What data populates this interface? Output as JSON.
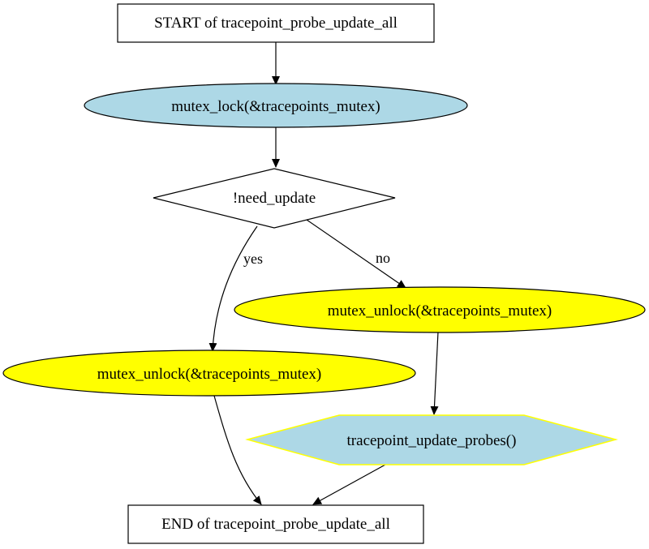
{
  "diagram": {
    "nodes": {
      "start": {
        "label": "START of tracepoint_probe_update_all",
        "shape": "box"
      },
      "lock": {
        "label": "mutex_lock(&tracepoints_mutex)",
        "shape": "ellipse",
        "fill": "#add8e6"
      },
      "decision": {
        "label": "!need_update",
        "shape": "diamond"
      },
      "unlock_yes": {
        "label": "mutex_unlock(&tracepoints_mutex)",
        "shape": "ellipse",
        "fill": "#ffff00"
      },
      "unlock_no": {
        "label": "mutex_unlock(&tracepoints_mutex)",
        "shape": "ellipse",
        "fill": "#ffff00"
      },
      "update_probes": {
        "label": "tracepoint_update_probes()",
        "shape": "hexagon",
        "fill": "#add8e6",
        "stroke": "#ffff00"
      },
      "end": {
        "label": "END of tracepoint_probe_update_all",
        "shape": "box"
      }
    },
    "edges": {
      "yes_label": "yes",
      "no_label": "no"
    }
  }
}
